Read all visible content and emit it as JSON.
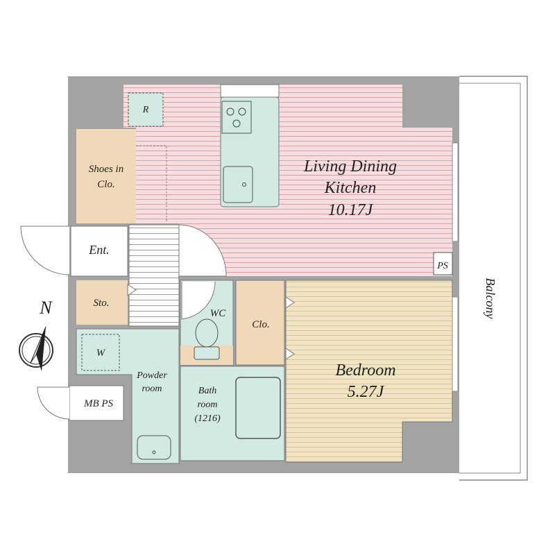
{
  "rooms": {
    "ldk": {
      "name_line1": "Living Dining",
      "name_line2": "Kitchen",
      "size": "10.17J"
    },
    "bedroom": {
      "name": "Bedroom",
      "size": "5.27J"
    },
    "shoes": {
      "line1": "Shoes in",
      "line2": "Clo."
    },
    "entrance": {
      "name": "Ent."
    },
    "storage": {
      "name": "Sto."
    },
    "wc": {
      "name": "WC"
    },
    "closet": {
      "name": "Clo."
    },
    "washer": {
      "name": "W"
    },
    "powder": {
      "line1": "Powder",
      "line2": "room"
    },
    "bath": {
      "line1": "Bath",
      "line2": "room",
      "line3": "(1216)"
    },
    "refrigerator": {
      "name": "R"
    },
    "ps_upper": {
      "name": "PS"
    },
    "mbps": {
      "name": "MB PS"
    },
    "balcony": {
      "name": "Balcony"
    }
  },
  "compass": {
    "label": "N"
  },
  "colors": {
    "wall": "#a3a3a3",
    "ldk_floor": "#f6dde0",
    "ldk_stripe": "#d7a1a6",
    "bedroom_floor": "#f0e4c3",
    "bedroom_stripe": "#d4c29a",
    "wet_area": "#d3e9e3",
    "closet": "#efd9b8"
  }
}
